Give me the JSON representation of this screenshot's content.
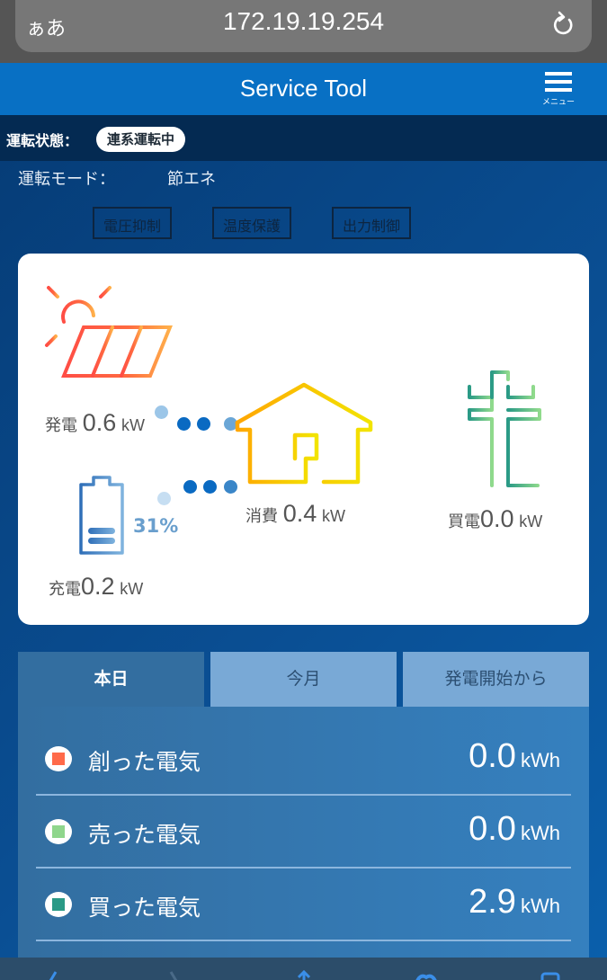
{
  "browser": {
    "aa_label": "ぁあ",
    "url": "172.19.19.254",
    "reload_icon": "reload-icon"
  },
  "header": {
    "title": "Service Tool",
    "menu_label": "メニュー",
    "menu_icon": "hamburger-icon"
  },
  "status": {
    "label": "運転状態：",
    "value": "連系運転中"
  },
  "mode": {
    "label": "運転モード：",
    "value": "節エネ"
  },
  "flags": [
    "電圧抑制",
    "温度保護",
    "出力制御"
  ],
  "flow": {
    "generation": {
      "label": "発電",
      "value": "0.6",
      "unit": "kW",
      "icon": "solar-panel-icon",
      "color_from": "#ff5a4a",
      "color_to": "#ffb347"
    },
    "consumption": {
      "label": "消費",
      "value": "0.4",
      "unit": "kW",
      "icon": "house-plug-icon",
      "color_from": "#ffa600",
      "color_to": "#f2e600"
    },
    "grid": {
      "label": "買電",
      "value": "0.0",
      "unit": "kW",
      "icon": "utility-pole-icon",
      "color_from": "#2aa08a",
      "color_to": "#8ed98a"
    },
    "battery": {
      "label": "充電",
      "value": "0.2",
      "unit": "kW",
      "percent": "31%",
      "icon": "battery-icon",
      "color": "#3a7cc4"
    },
    "flow_dot_color": "#0a6ac2"
  },
  "tabs": [
    {
      "label": "本日",
      "active": true
    },
    {
      "label": "今月",
      "active": false
    },
    {
      "label": "発電開始から",
      "active": false
    }
  ],
  "summary": [
    {
      "label": "創った電気",
      "value": "0.0",
      "unit": "kWh",
      "color": "#ff6a4a"
    },
    {
      "label": "売った電気",
      "value": "0.0",
      "unit": "kWh",
      "color": "#8fd68c"
    },
    {
      "label": "買った電気",
      "value": "2.9",
      "unit": "kWh",
      "color": "#2a9a86"
    }
  ],
  "toolbar": {
    "icons": [
      "back-icon",
      "forward-icon",
      "share-icon",
      "bookmarks-icon",
      "tabs-icon"
    ]
  }
}
